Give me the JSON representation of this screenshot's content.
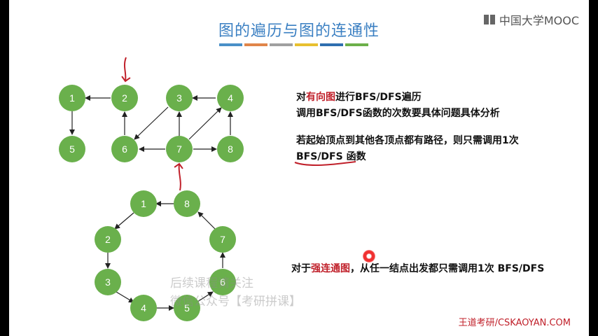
{
  "logo": {
    "text": "中国大学MOOC"
  },
  "title": "图的遍历与图的连通性",
  "color_bar": [
    "#4a90c8",
    "#e0854a",
    "#a0a0a0",
    "#e8c030",
    "#2f6fb0",
    "#6cb04a"
  ],
  "node_color": "#6ab04c",
  "note1": {
    "prefix": "对",
    "highlight": "有向图",
    "suffix": "进行BFS/DFS遍历",
    "line2": "调用BFS/DFS函数的次数要具体问题具体分析",
    "line3": "若起始顶点到其他各顶点都有路径，则只需调用1次",
    "line4": "BFS/DFS 函数"
  },
  "note2": {
    "prefix": "对于",
    "highlight": "强连通图",
    "suffix": "，从任一结点出发都只需调用1次 BFS/DFS"
  },
  "watermark": {
    "line1": "后续课程请关注",
    "line2": "微信公众号【考研拼课】"
  },
  "footer": "王道考研/CSKAOYAN.COM",
  "graph1": {
    "nodes": [
      "1",
      "2",
      "3",
      "4",
      "5",
      "6",
      "7",
      "8"
    ]
  },
  "graph2": {
    "nodes": [
      "1",
      "8",
      "2",
      "7",
      "3",
      "6",
      "4",
      "5"
    ]
  }
}
